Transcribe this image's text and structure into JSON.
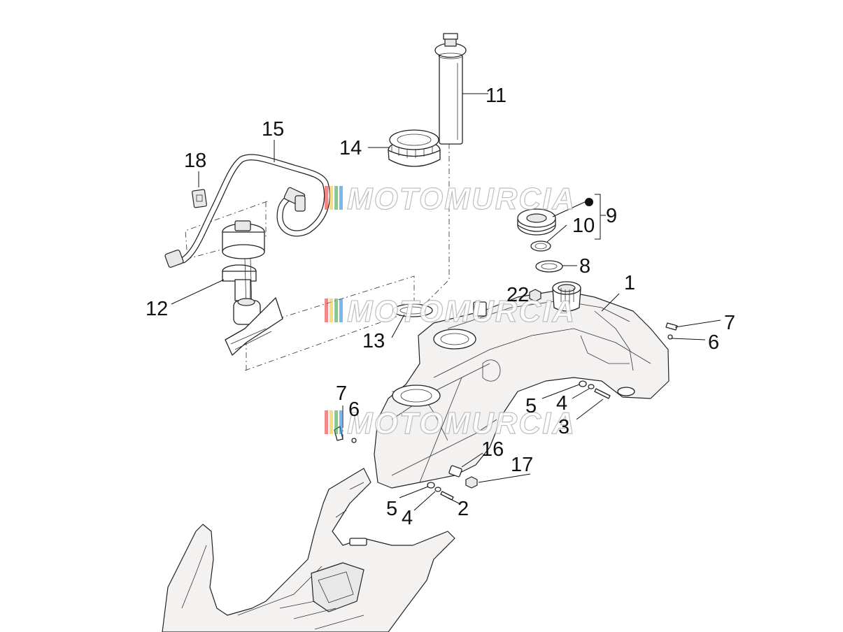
{
  "callouts": [
    {
      "id": "c1",
      "text": "1"
    },
    {
      "id": "c2",
      "text": "2"
    },
    {
      "id": "c3",
      "text": "3"
    },
    {
      "id": "c4a",
      "text": "4"
    },
    {
      "id": "c4b",
      "text": "4"
    },
    {
      "id": "c5a",
      "text": "5"
    },
    {
      "id": "c5b",
      "text": "5"
    },
    {
      "id": "c6a",
      "text": "6"
    },
    {
      "id": "c6b",
      "text": "6"
    },
    {
      "id": "c7a",
      "text": "7"
    },
    {
      "id": "c7b",
      "text": "7"
    },
    {
      "id": "c8",
      "text": "8"
    },
    {
      "id": "c9",
      "text": "9"
    },
    {
      "id": "c10",
      "text": "10"
    },
    {
      "id": "c11",
      "text": "11"
    },
    {
      "id": "c12",
      "text": "12"
    },
    {
      "id": "c13",
      "text": "13"
    },
    {
      "id": "c14",
      "text": "14"
    },
    {
      "id": "c15",
      "text": "15"
    },
    {
      "id": "c16",
      "text": "16"
    },
    {
      "id": "c17",
      "text": "17"
    },
    {
      "id": "c18",
      "text": "18"
    },
    {
      "id": "c22",
      "text": "22"
    }
  ],
  "watermark": {
    "text": "MOTOMURCIA",
    "colors": [
      "#e53935",
      "#fbc02d",
      "#43a047",
      "#1e88e5"
    ]
  }
}
